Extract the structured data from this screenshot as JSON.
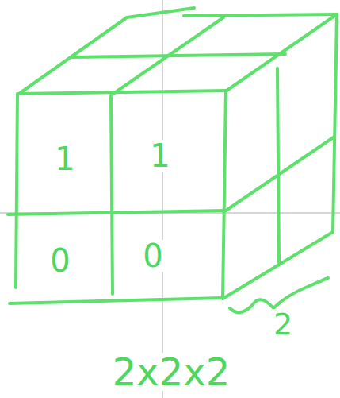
{
  "diagram": {
    "labels": [
      "1",
      "1",
      "0",
      "0",
      "2",
      "2x2x2"
    ]
  }
}
